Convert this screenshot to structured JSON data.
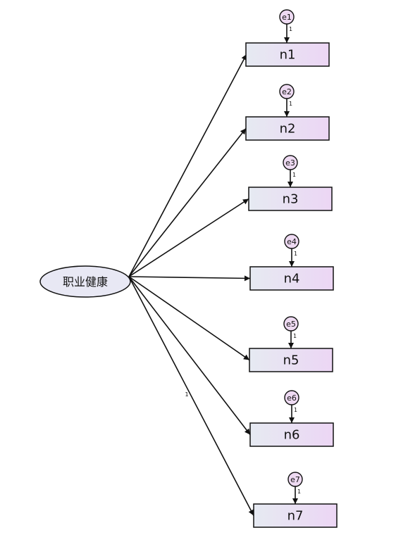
{
  "diagram": {
    "type": "sem-path-diagram",
    "latent": {
      "id": "latent",
      "label": "职业健康"
    },
    "indicators": [
      {
        "label": "n1",
        "error": "e1",
        "error_path_label": "1",
        "loading_label": ""
      },
      {
        "label": "n2",
        "error": "e2",
        "error_path_label": "1",
        "loading_label": ""
      },
      {
        "label": "n3",
        "error": "e3",
        "error_path_label": "1",
        "loading_label": ""
      },
      {
        "label": "n4",
        "error": "e4",
        "error_path_label": "1",
        "loading_label": ""
      },
      {
        "label": "n5",
        "error": "e5",
        "error_path_label": "1",
        "loading_label": ""
      },
      {
        "label": "n6",
        "error": "e6",
        "error_path_label": "1",
        "loading_label": ""
      },
      {
        "label": "n7",
        "error": "e7",
        "error_path_label": "1",
        "loading_label": "1"
      }
    ],
    "colors": {
      "observed_fill_left": "#e6eaf2",
      "observed_fill_right": "#ecd6f4",
      "latent_fill": "#e8e8f4",
      "error_fill": "#eedaf2",
      "stroke": "#111111"
    }
  }
}
